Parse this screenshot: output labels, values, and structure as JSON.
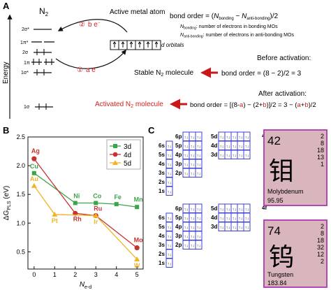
{
  "panel_a": {
    "label": "A",
    "mo_title": "N",
    "mo_title_sub": "2",
    "energy_label": "Energy",
    "mo_levels": [
      "2σ*",
      "1π*",
      "2σ",
      "1π",
      "1σ*",
      "1σ"
    ],
    "active_atom_label": "Active metal atom",
    "step1": {
      "num": "①",
      "text": "a e"
    },
    "step2": {
      "num": "②",
      "text": "b e"
    },
    "d_orbitals_label": "d orbitals",
    "bond_order_def": {
      "lhs": "bond order = (",
      "n_b": "N",
      "n_b_sub": "bonding",
      "minus": " − ",
      "n_ab": "N",
      "n_ab_sub": "anti-bonding",
      "rhs": ")/2",
      "line2_n": "N",
      "line2_sub": "bonding",
      "line2_text": ": number of electrons in bonding MOs",
      "line3_n": "N",
      "line3_sub": "anti-bonding",
      "line3_text": ": number of electrons in anti-bonding MOs"
    },
    "before": {
      "heading": "Before activation:",
      "molecule": "Stable N",
      "molecule_sub": "2",
      "molecule_end": " molecule",
      "equation": "bond order = (8 − 2)/2 = 3"
    },
    "after": {
      "heading": "After activation:",
      "molecule": "Activated N",
      "molecule_sub": "2",
      "molecule_end": " molecule",
      "eq_1": "bond order = [(8-",
      "eq_a": "a",
      "eq_2": ") − (2+",
      "eq_b": "b",
      "eq_3": ")]/2 = 3 − (",
      "eq_a2": "a",
      "eq_plus": "+",
      "eq_b2": "b",
      "eq_4": ")/2"
    }
  },
  "panel_b": {
    "label": "B"
  },
  "chart_data": {
    "type": "line",
    "xlabel": "N",
    "xlabel_sub": "e-d",
    "ylabel": "ΔG",
    "ylabel_sub": "PLS",
    "ylabel_unit": " (eV)",
    "xlim": [
      -0.3,
      5.3
    ],
    "ylim": [
      0.2,
      2.5
    ],
    "xticks": [
      0,
      1,
      2,
      3,
      4,
      5
    ],
    "yticks": [
      0.5,
      1.0,
      1.5,
      2.0,
      2.5
    ],
    "legend_position": "top-right",
    "series": [
      {
        "name": "3d",
        "color": "#3aa64a",
        "marker": "square",
        "x": [
          0,
          2,
          3,
          4,
          5
        ],
        "y": [
          1.87,
          1.35,
          1.35,
          1.33,
          1.28
        ],
        "labels": [
          "Cu",
          "Ni",
          "Co",
          "Fe",
          "Mn"
        ]
      },
      {
        "name": "4d",
        "color": "#c7332e",
        "marker": "circle",
        "x": [
          0,
          2,
          3,
          5
        ],
        "y": [
          2.12,
          1.17,
          1.13,
          0.57
        ],
        "labels": [
          "Ag",
          "Rh",
          "Ru",
          "Mo"
        ]
      },
      {
        "name": "5d",
        "color": "#f0b526",
        "marker": "triangle",
        "x": [
          0,
          1,
          3,
          5
        ],
        "y": [
          1.65,
          1.15,
          1.13,
          0.37
        ],
        "labels": [
          "Au",
          "Pt",
          "Ir",
          "W"
        ]
      }
    ]
  },
  "panel_c": {
    "label": "C",
    "upper": {
      "element_number": "42",
      "symbol": "钼",
      "name": "Molybdenum",
      "mass": "95.95",
      "shells": [
        "2",
        "8",
        "18",
        "13",
        "1"
      ]
    },
    "lower": {
      "element_number": "74",
      "symbol": "钨",
      "name": "Tungsten",
      "mass": "183.84",
      "shells": [
        "2",
        "8",
        "18",
        "32",
        "12",
        "2"
      ]
    },
    "orbital_labels": [
      "6s",
      "5s",
      "4s",
      "3s",
      "2s",
      "1s",
      "6p",
      "5p",
      "4p",
      "3p",
      "2p",
      "5d",
      "4d",
      "3d",
      "4f"
    ],
    "arrow_glyph": "↑↓"
  }
}
